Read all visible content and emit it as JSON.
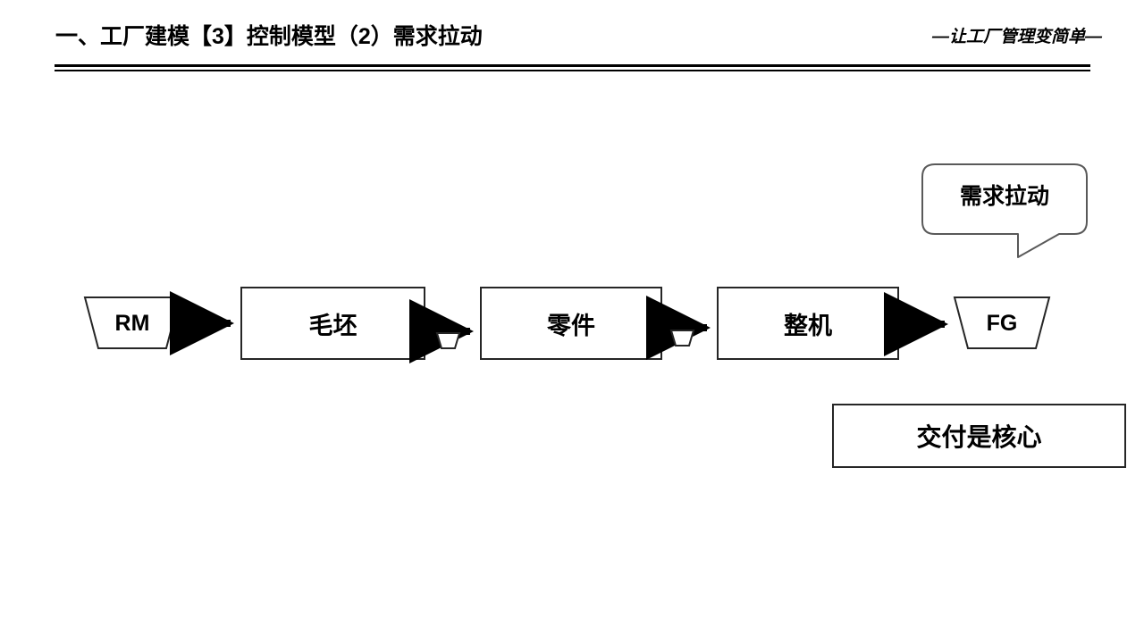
{
  "header": {
    "title": "一、工厂建模【3】控制模型（2）需求拉动",
    "tagline": "—让工厂管理变简单—",
    "rule_color": "#000000"
  },
  "diagram": {
    "type": "process-flow",
    "stroke_color": "#262626",
    "arrow_color": "#000000",
    "fill_color": "#ffffff",
    "start_node": {
      "label": "RM",
      "shape": "inverted-trapezoid"
    },
    "end_node": {
      "label": "FG",
      "shape": "inverted-trapezoid"
    },
    "process_nodes": [
      {
        "label": "毛坯",
        "shape": "rectangle"
      },
      {
        "label": "零件",
        "shape": "rectangle"
      },
      {
        "label": "整机",
        "shape": "rectangle"
      }
    ],
    "buffer_markers": [
      {
        "name": "buffer-1",
        "shape": "small-inverted-trapezoid"
      },
      {
        "name": "buffer-2",
        "shape": "small-inverted-trapezoid"
      }
    ],
    "arrows": [
      {
        "from": "RM",
        "to": "毛坯"
      },
      {
        "from": "毛坯",
        "to": "零件"
      },
      {
        "from": "零件",
        "to": "整机"
      },
      {
        "from": "整机",
        "to": "FG"
      }
    ],
    "callout": {
      "label": "需求拉动",
      "shape": "rounded-speech-bubble",
      "tail": "down-left"
    },
    "footer_box": {
      "label": "交付是核心",
      "shape": "rectangle"
    }
  }
}
